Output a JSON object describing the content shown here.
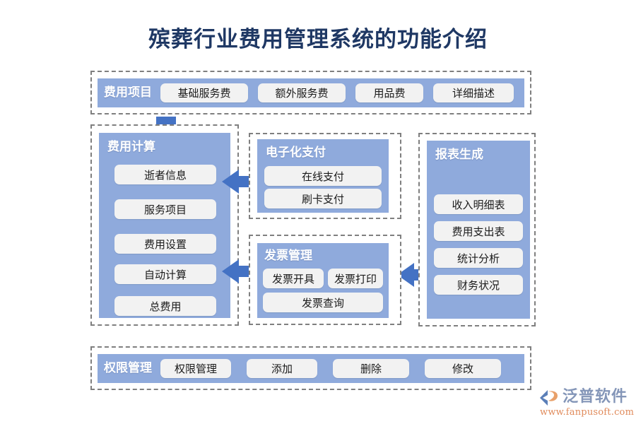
{
  "title": "殡葬行业费用管理系统的功能介绍",
  "rows": {
    "fee_items": {
      "label": "费用项目",
      "items": [
        "基础服务费",
        "额外服务费",
        "用品费",
        "详细描述"
      ]
    },
    "permissions": {
      "label": "权限管理",
      "items": [
        "权限管理",
        "添加",
        "删除",
        "修改"
      ]
    }
  },
  "columns": {
    "fee_calculation": {
      "label": "费用计算",
      "items": [
        "逝者信息",
        "服务项目",
        "费用设置",
        "自动计算",
        "总费用"
      ]
    },
    "epayment": {
      "label": "电子化支付",
      "items": [
        "在线支付",
        "刷卡支付"
      ]
    },
    "invoice": {
      "label": "发票管理",
      "items": [
        "发票开具",
        "发票打印",
        "发票查询"
      ]
    },
    "report": {
      "label": "报表生成",
      "items": [
        "收入明细表",
        "费用支出表",
        "统计分析",
        "财务状况"
      ]
    }
  },
  "logo": {
    "brand": "泛普软件",
    "url": "www.fanpusoft.com"
  },
  "colors": {
    "title": "#1f3864",
    "panel": "#8faadc",
    "arrow": "#4472c4",
    "pill": "#f2f2f2",
    "dashed": "#7f7f7f",
    "logo_brand": "#8496b8",
    "logo_url": "#e08a5a"
  }
}
